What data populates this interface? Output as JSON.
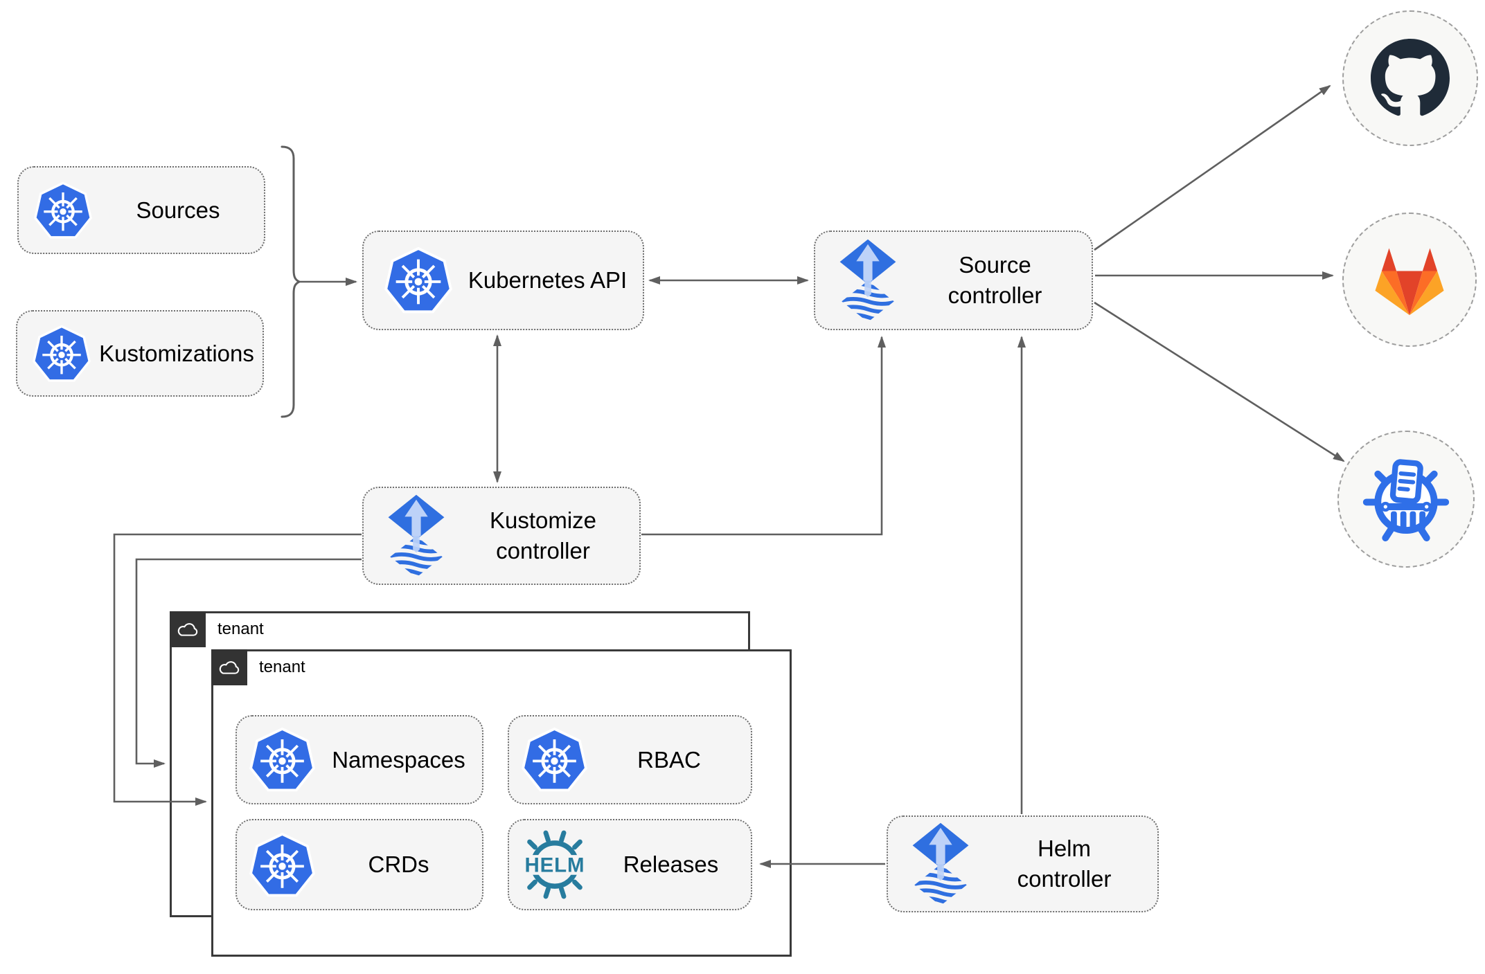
{
  "nodes": {
    "sources": {
      "label": "Sources"
    },
    "kustomizations": {
      "label": "Kustomizations"
    },
    "kubernetes_api": {
      "label": "Kubernetes API"
    },
    "source_controller": {
      "line1": "Source",
      "line2": "controller"
    },
    "kustomize_controller": {
      "line1": "Kustomize",
      "line2": "controller"
    },
    "helm_controller": {
      "line1": "Helm",
      "line2": "controller"
    },
    "namespaces": {
      "label": "Namespaces"
    },
    "rbac": {
      "label": "RBAC"
    },
    "crds": {
      "label": "CRDs"
    },
    "releases": {
      "label": "Releases"
    }
  },
  "tenants": {
    "back": {
      "label": "tenant"
    },
    "front": {
      "label": "tenant"
    }
  },
  "logos": {
    "helm_text": "HELM"
  },
  "external_targets": {
    "top": "github",
    "middle": "gitlab",
    "bottom": "helm-repository-chartmuseum"
  },
  "colors": {
    "kubernetes_blue": "#326ce5",
    "flux_blue": "#2f6fe0",
    "flux_arrow_light": "#bdd2f8",
    "helm_teal": "#277c9e",
    "chartmuseum_blue": "#2f6fe8",
    "github_dark": "#1f2b38",
    "gitlab_red": "#e24329",
    "gitlab_orange": "#fc6d26",
    "gitlab_yellow": "#fca326",
    "connector_gray": "#5f5f5f",
    "node_fill": "#f5f5f5",
    "node_border": "#6e6e6e",
    "tenant_border": "#3a3a3a",
    "tenant_tab_bg": "#333333",
    "circle_fill": "#f8f8f6",
    "circle_border": "#9e9e9e",
    "text_color": "#000000"
  },
  "edges": [
    {
      "from": "sources-kustomizations-group",
      "to": "kubernetes-api",
      "arrows": "end"
    },
    {
      "from": "kubernetes-api",
      "to": "source-controller",
      "arrows": "both"
    },
    {
      "from": "kubernetes-api",
      "to": "kustomize-controller",
      "arrows": "both"
    },
    {
      "from": "kustomize-controller",
      "to": "source-controller",
      "arrows": "end"
    },
    {
      "from": "helm-controller",
      "to": "source-controller",
      "arrows": "end"
    },
    {
      "from": "helm-controller",
      "to": "releases",
      "arrows": "end"
    },
    {
      "from": "kustomize-controller",
      "to": "tenant-front",
      "arrows": "end"
    },
    {
      "from": "kustomize-controller",
      "to": "tenant-back",
      "arrows": "end"
    },
    {
      "from": "source-controller",
      "to": "github",
      "arrows": "end"
    },
    {
      "from": "source-controller",
      "to": "gitlab",
      "arrows": "end"
    },
    {
      "from": "source-controller",
      "to": "helm-repository-chartmuseum",
      "arrows": "end"
    }
  ]
}
